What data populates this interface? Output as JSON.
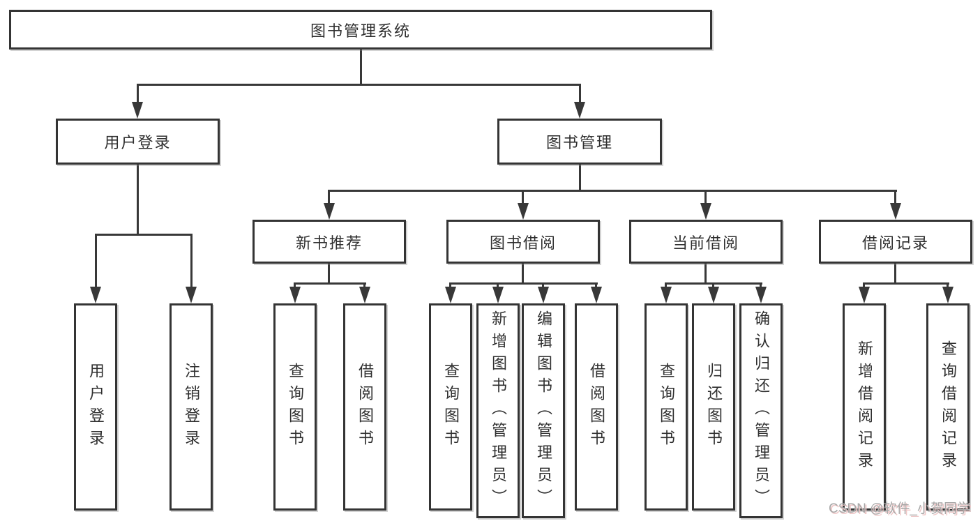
{
  "nodes": {
    "root": {
      "label": "图书管理系统"
    },
    "user_login": {
      "label": "用户登录"
    },
    "book_management": {
      "label": "图书管理"
    },
    "new_book_recommend": {
      "label": "新书推荐"
    },
    "book_borrow": {
      "label": "图书借阅"
    },
    "current_borrow": {
      "label": "当前借阅"
    },
    "borrow_records": {
      "label": "借阅记录"
    },
    "leaf_user_login": {
      "label": "用户登录"
    },
    "leaf_logout": {
      "label": "注销登录"
    },
    "leaf_nbr_query": {
      "label": "查询图书"
    },
    "leaf_nbr_borrow": {
      "label": "借阅图书"
    },
    "leaf_bb_query": {
      "label": "查询图书"
    },
    "leaf_bb_add": {
      "label": "新增图书（管理员）"
    },
    "leaf_bb_edit": {
      "label": "编辑图书（管理员）"
    },
    "leaf_bb_borrow": {
      "label": "借阅图书"
    },
    "leaf_cb_query": {
      "label": "查询图书"
    },
    "leaf_cb_return": {
      "label": "归还图书"
    },
    "leaf_cb_confirm": {
      "label": "确认归还（管理员）"
    },
    "leaf_br_add": {
      "label": "新增借阅记录"
    },
    "leaf_br_query": {
      "label": "查询借阅记录"
    }
  },
  "structure": {
    "root": [
      "user_login",
      "book_management"
    ],
    "user_login": [
      "leaf_user_login",
      "leaf_logout"
    ],
    "book_management": [
      "new_book_recommend",
      "book_borrow",
      "current_borrow",
      "borrow_records"
    ],
    "new_book_recommend": [
      "leaf_nbr_query",
      "leaf_nbr_borrow"
    ],
    "book_borrow": [
      "leaf_bb_query",
      "leaf_bb_add",
      "leaf_bb_edit",
      "leaf_bb_borrow"
    ],
    "current_borrow": [
      "leaf_cb_query",
      "leaf_cb_return",
      "leaf_cb_confirm"
    ],
    "borrow_records": [
      "leaf_br_add",
      "leaf_br_query"
    ]
  },
  "watermark": {
    "text": "CSDN @软件_小贺同学"
  },
  "colors": {
    "line": "#383838",
    "box_border": "#343434",
    "text": "#2f2f2f",
    "watermark": "#a8a8a8",
    "watermark_shadow": "#eec6c6",
    "background": "#ffffff"
  }
}
